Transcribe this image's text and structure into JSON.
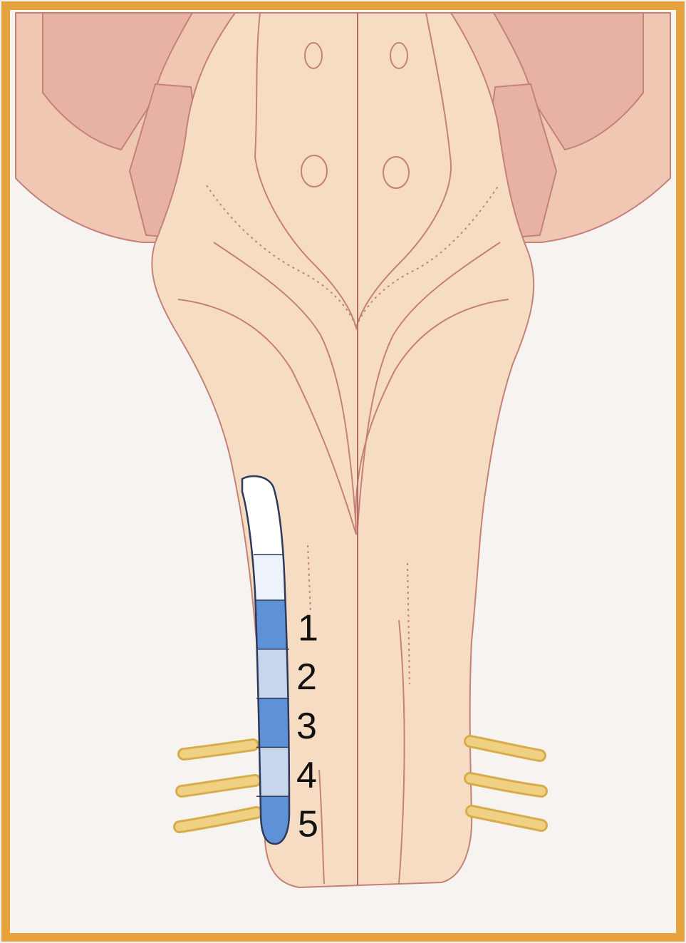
{
  "colors": {
    "border": "#e6a23c",
    "background": "#f6f3f1",
    "brainstem_fill": "#f7dcc4",
    "cerebellum_fill": "#efc7b3",
    "peduncle_fill": "#e7b2a3",
    "outline": "#c48277",
    "midline": "#b36a63",
    "nerve_fill": "#f0d083",
    "nerve_stroke": "#d7ac4a",
    "nucleus_outline": "#2e3a5b",
    "segment_dark_blue": "#5f91d6",
    "segment_light_blue": "#c8d6ec",
    "segment_pale": "#eef3fb",
    "label_color": "#111111"
  },
  "nucleus": {
    "segments": [
      {
        "label": "1",
        "shade": "dark"
      },
      {
        "label": "2",
        "shade": "light"
      },
      {
        "label": "3",
        "shade": "dark"
      },
      {
        "label": "4",
        "shade": "light"
      },
      {
        "label": "5",
        "shade": "dark"
      }
    ]
  }
}
